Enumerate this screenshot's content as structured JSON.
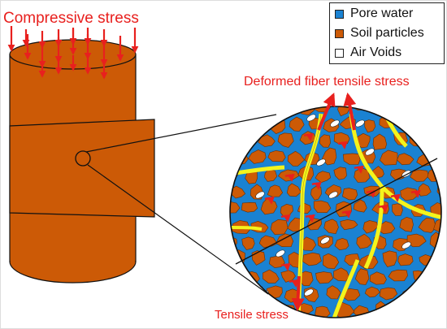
{
  "labels": {
    "compressive": "Compressive stress",
    "fiber_tensile": "Deformed fiber tensile stress",
    "tensile": "Tensile stress"
  },
  "legend": [
    {
      "label": "Pore water",
      "color": "#1a82d2"
    },
    {
      "label": "Soil particles",
      "color": "#cc5a06"
    },
    {
      "label": "Air Voids",
      "color": "#ffffff"
    }
  ],
  "colors": {
    "soil": "#cc5a06",
    "water": "#1a82d2",
    "fiber": "#f4f41c",
    "arrow": "#e8201e"
  }
}
